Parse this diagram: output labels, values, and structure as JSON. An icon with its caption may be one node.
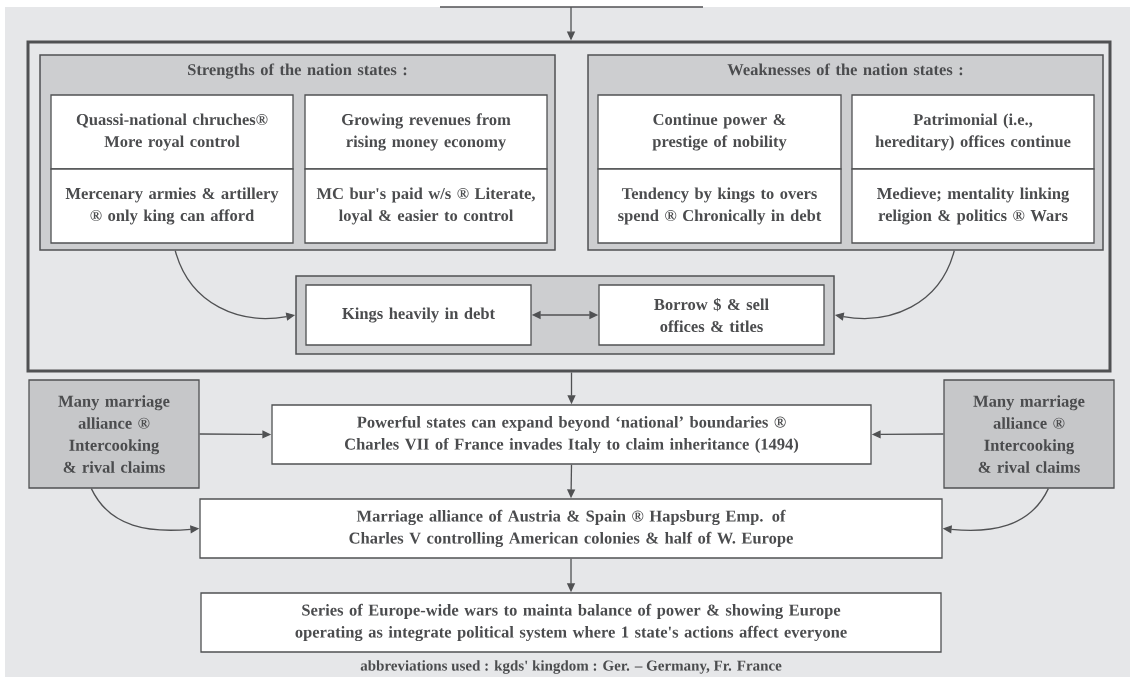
{
  "diagram": {
    "nodes": [
      {
        "text": [],
        "shape": "box"
      },
      {
        "text": [
          "Strengths of the nation states :"
        ],
        "in": 0
      },
      {
        "text": [
          "Quassi-national chruches® More royal control"
        ],
        "in": 1
      },
      {
        "text": [
          "Growing revenues from rising money economy"
        ],
        "in": 1
      },
      {
        "text": [
          "Mercenary armies & artillery ® only king can afford"
        ],
        "in": 1
      },
      {
        "text": [
          "MC bur's paid w/s ® Literate, loyal & easier to control"
        ],
        "in": 1
      },
      {
        "text": [
          "Weaknesses of the nation states :"
        ],
        "in": 0
      },
      {
        "text": [
          "Continue power & prestige of nobility"
        ],
        "in": 6
      },
      {
        "text": [
          "Patrimonial (i.e., hereditary) offices continue"
        ],
        "in": 6
      },
      {
        "text": [
          "Tendency by kings to overs spend ® Chronically in debt"
        ],
        "in": 6
      },
      {
        "text": [
          "Medieve; mentality linking religion & politics ® Wars"
        ],
        "in": 6
      },
      {
        "text": [],
        "shape": "box",
        "in": 0
      },
      {
        "text": [
          "Kings heavily in debt"
        ],
        "in": 11
      },
      {
        "text": [
          "Borrow $ & sell offices & titles"
        ],
        "in": 11
      },
      {
        "text": [
          "Many marriage alliance ® Intercooking & rival claims"
        ]
      },
      {
        "text": [
          "Powerful states can expand beyond ‘national’ boundaries ® Charles VII of France invades Italy to claim inheritance (1494)"
        ]
      },
      {
        "text": [
          "Many marriage alliance ® Intercooking & rival claims"
        ]
      },
      {
        "text": [
          "Marriage alliance of Austria & Spain ® Hapsburg Emp. of Charles V controlling American colonies & half of W. Europe"
        ]
      },
      {
        "text": [
          "Series of Europe-wide wars to mainta balance of power & showing Europe operating as integrate political system where 1 state's actions affect everyone"
        ]
      }
    ],
    "edges": [
      {
        "from": null,
        "to": 0,
        "arrow": "to"
      },
      {
        "from": 1,
        "to": 11,
        "arrow": "to"
      },
      {
        "from": 6,
        "to": 11,
        "arrow": "to"
      },
      {
        "from": 12,
        "to": 13,
        "arrow": "both"
      },
      {
        "from": 0,
        "to": 15,
        "arrow": "to"
      },
      {
        "from": 14,
        "to": 15,
        "arrow": "to"
      },
      {
        "from": 16,
        "to": 15,
        "arrow": "to"
      },
      {
        "from": 15,
        "to": 17,
        "arrow": "to"
      },
      {
        "from": 14,
        "to": 17,
        "arrow": "to"
      },
      {
        "from": 16,
        "to": 17,
        "arrow": "to"
      },
      {
        "from": 17,
        "to": 18,
        "arrow": "to"
      }
    ],
    "labels": [
      "abbreviations used : kgds' kingdom : Ger. – Germany, Fr. France"
    ]
  }
}
